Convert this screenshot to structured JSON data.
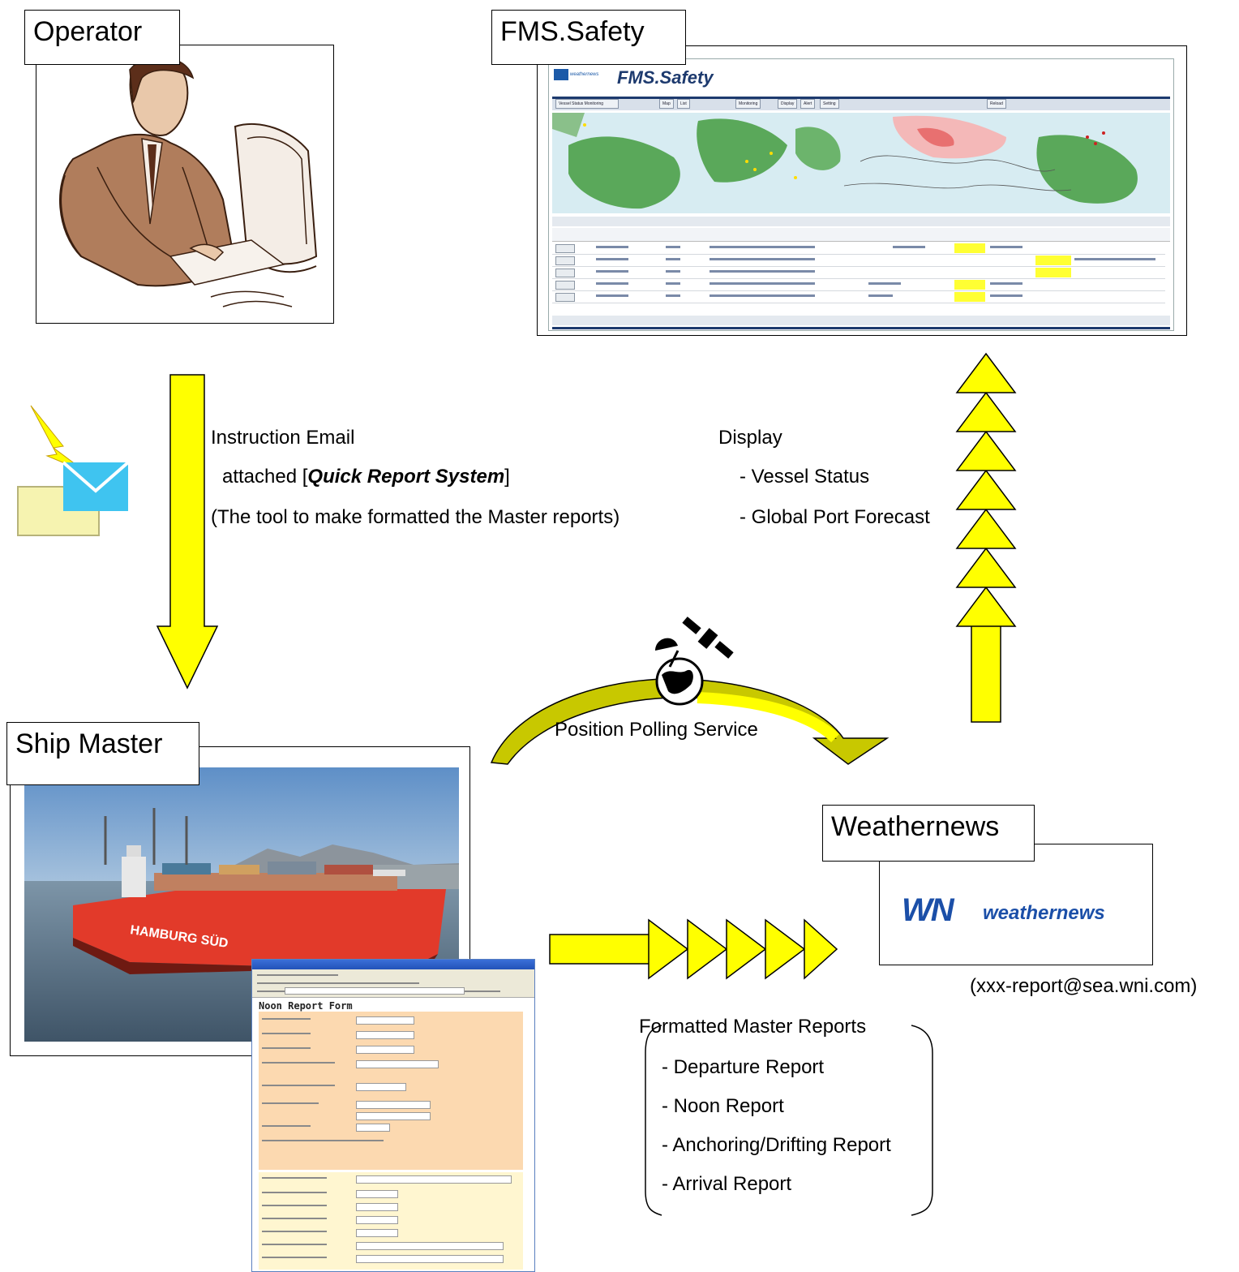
{
  "nodes": {
    "operator": "Operator",
    "fms": "FMS.Safety",
    "ship_master": "Ship Master",
    "weathernews": "Weathernews"
  },
  "fms_screen": {
    "title": "FMS.Safety",
    "tabs": [
      "Vessel Status Monitoring",
      "Map",
      "List",
      "Monitoring",
      "Display",
      "Alert",
      "Setting",
      "Reload"
    ]
  },
  "instruction": {
    "line1": "Instruction Email",
    "line2_pre": "attached [",
    "line2_bold": "Quick Report System",
    "line2_post": "]",
    "line3": "(The tool to make formatted the Master reports)"
  },
  "display": {
    "heading": "Display",
    "items": [
      "- Vessel Status",
      "- Global Port Forecast"
    ]
  },
  "polling": "Position Polling Service",
  "form_screen": {
    "heading": "Noon Report Form"
  },
  "wni": {
    "logo": "WN",
    "word": "weathernews",
    "email": "(xxx-report@sea.wni.com)"
  },
  "reports": {
    "heading": "Formatted Master Reports",
    "items": [
      "- Departure Report",
      "- Noon Report",
      "- Anchoring/Drifting Report",
      "- Arrival Report"
    ]
  },
  "photo_text": "HAMBURG SÜD",
  "colors": {
    "arrow_fill": "#ffff00",
    "arrow_stroke": "#000000",
    "curve_fill": "#c8c800"
  }
}
